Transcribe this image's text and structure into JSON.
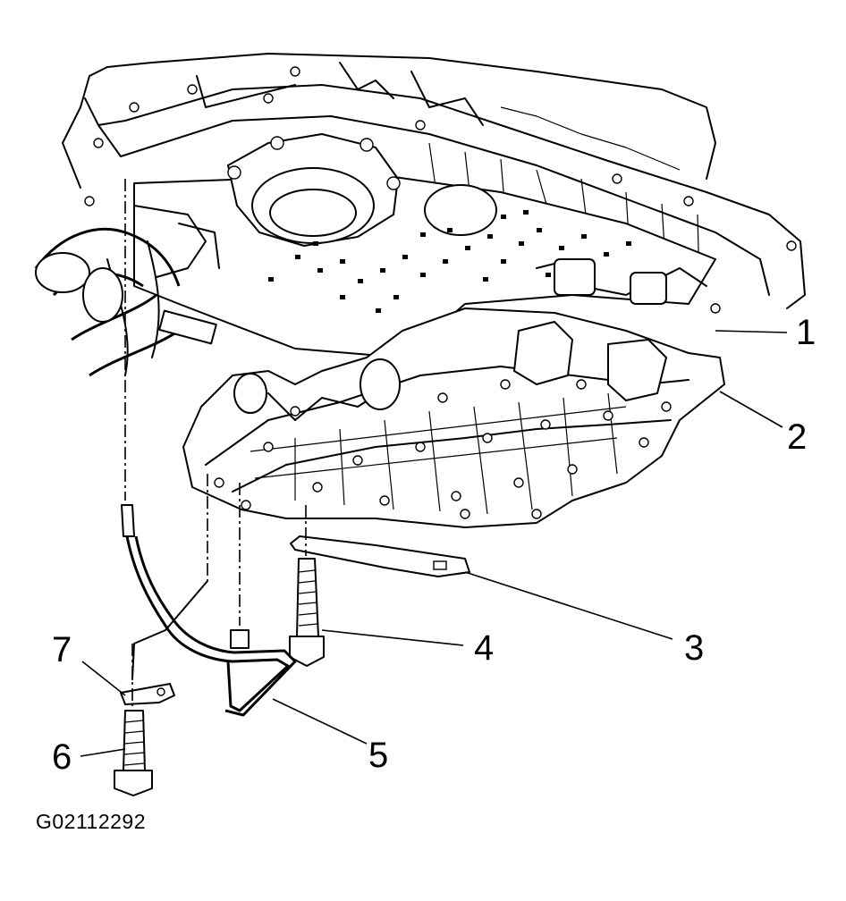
{
  "callouts": {
    "c1": "1",
    "c2": "2",
    "c3": "3",
    "c4": "4",
    "c5": "5",
    "c6": "6",
    "c7": "7"
  },
  "figure_code": "G02112292",
  "line_color": "#000000",
  "background_color": "#ffffff"
}
